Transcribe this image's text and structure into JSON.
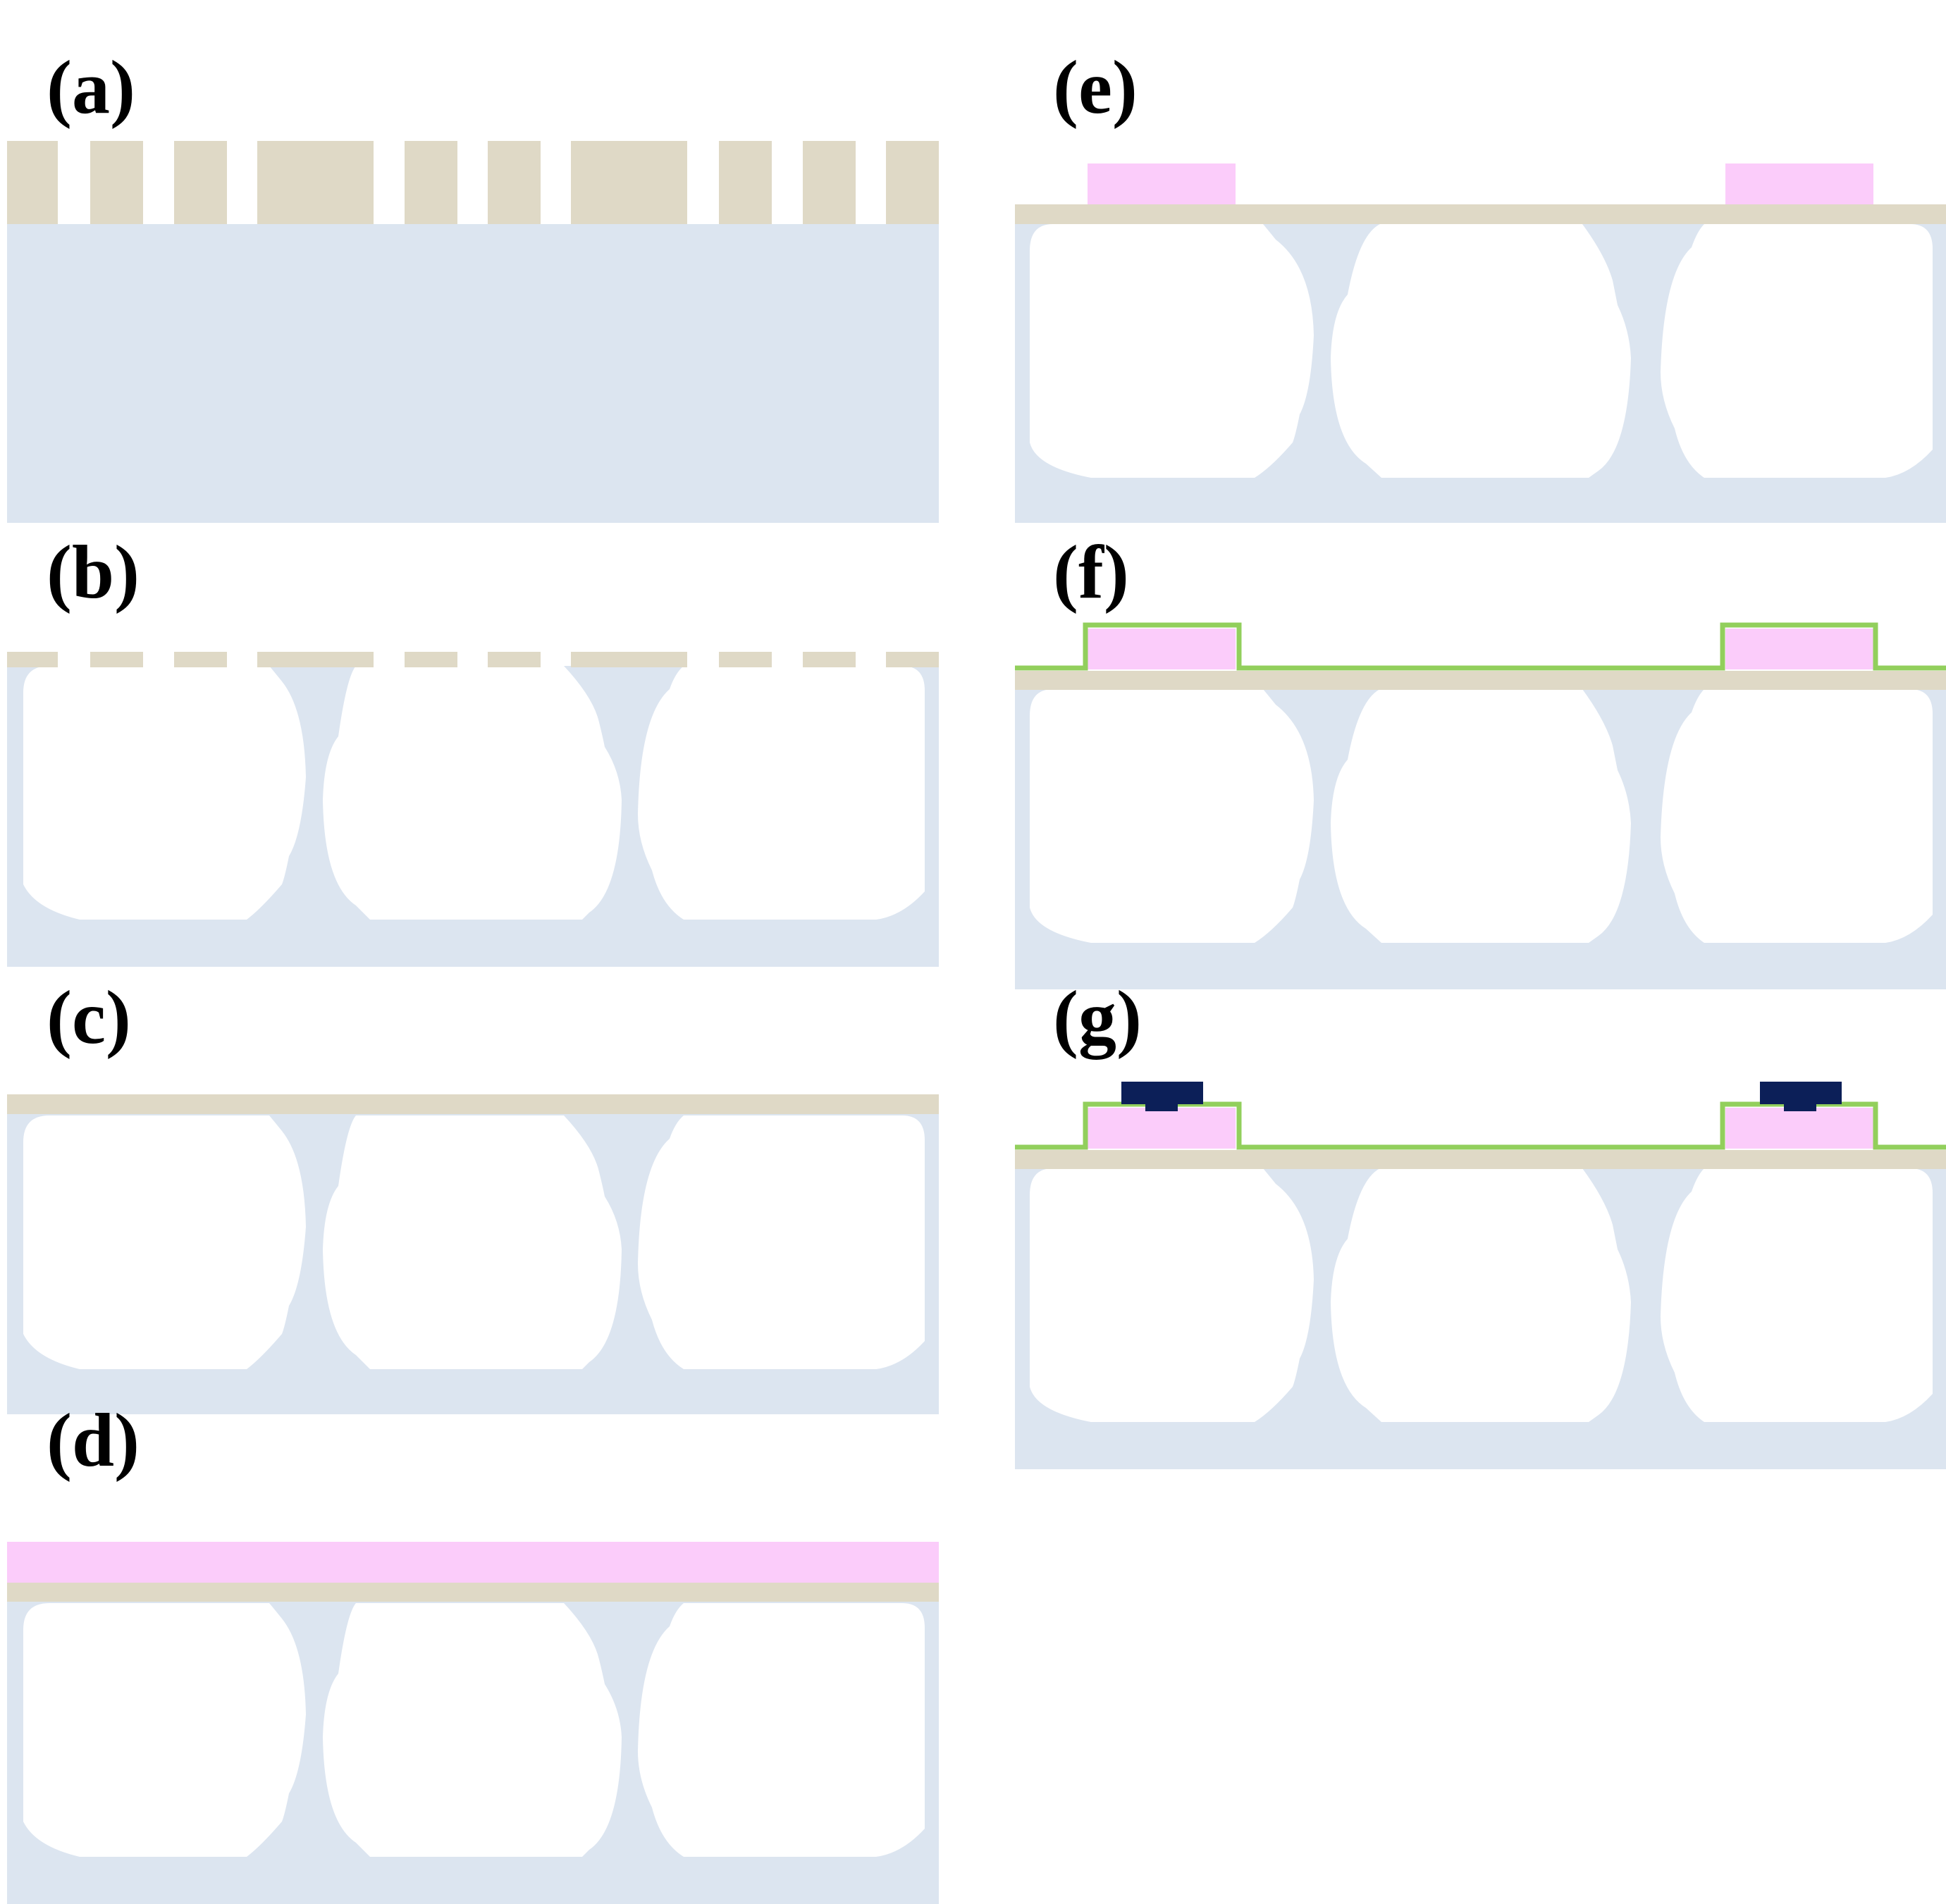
{
  "panels": [
    {
      "id": "a",
      "label": "(a)",
      "layers": [
        "substrate",
        "patterned-mask"
      ]
    },
    {
      "id": "b",
      "label": "(b)",
      "layers": [
        "substrate",
        "cavities",
        "perforated-membrane"
      ]
    },
    {
      "id": "c",
      "label": "(c)",
      "layers": [
        "substrate",
        "cavities",
        "sealed-membrane"
      ]
    },
    {
      "id": "d",
      "label": "(d)",
      "layers": [
        "substrate",
        "cavities",
        "sealed-membrane",
        "pink-film"
      ]
    },
    {
      "id": "e",
      "label": "(e)",
      "layers": [
        "substrate",
        "cavities",
        "sealed-membrane",
        "patterned-pink-pads"
      ]
    },
    {
      "id": "f",
      "label": "(f)",
      "layers": [
        "substrate",
        "cavities",
        "sealed-membrane",
        "patterned-pink-pads",
        "green-conformal-film"
      ]
    },
    {
      "id": "g",
      "label": "(g)",
      "layers": [
        "substrate",
        "cavities",
        "sealed-membrane",
        "patterned-pink-pads",
        "green-conformal-film",
        "navy-contacts"
      ]
    }
  ],
  "colors": {
    "substrate": "#dce5f0",
    "membrane": "#dfd9c6",
    "pink_film": "#fbccfa",
    "green_film": "#92cf5c",
    "navy_contact": "#0c1f58",
    "cavity": "#ffffff",
    "label": "#000000"
  }
}
